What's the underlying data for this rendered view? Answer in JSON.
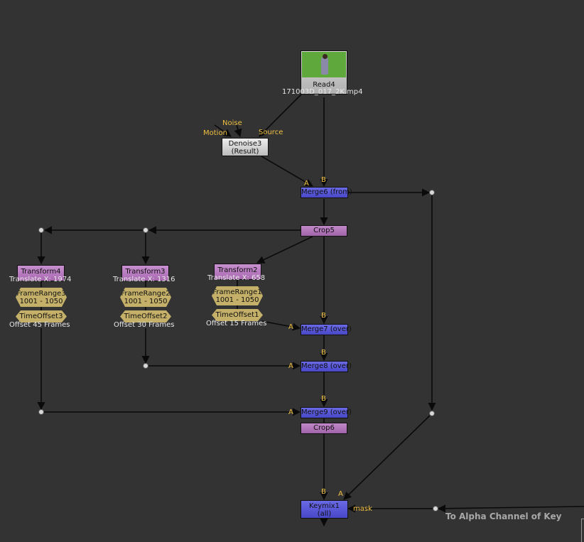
{
  "nodes": {
    "read4": {
      "name": "Read4",
      "file": "171003D_017_2K.mp4"
    },
    "denoise3": {
      "name": "Denoise3",
      "sub": "(Result)",
      "inputs": {
        "noise": "Noise",
        "motion": "Motion",
        "source": "Source"
      }
    },
    "merge6": {
      "name": "Merge6 (from)"
    },
    "crop5": {
      "name": "Crop5"
    },
    "transform4": {
      "name": "Transform4",
      "param": "Translate X: 1974"
    },
    "transform3": {
      "name": "Transform3",
      "param": "Translate X: 1316"
    },
    "transform2": {
      "name": "Transform2",
      "param": "Translate X: 658"
    },
    "framerange3": {
      "name": "FrameRange3",
      "range": "1001 - 1050"
    },
    "framerange2": {
      "name": "FrameRange2",
      "range": "1001 - 1050"
    },
    "framerange1": {
      "name": "FrameRange1",
      "range": "1001 - 1050"
    },
    "timeoffset3": {
      "name": "TimeOffset3",
      "param": "Offset 45 Frames"
    },
    "timeoffset2": {
      "name": "TimeOffset2",
      "param": "Offset 30 Frames"
    },
    "timeoffset1": {
      "name": "TimeOffset1",
      "param": "Offset 15 Frames"
    },
    "merge7": {
      "name": "Merge7 (over)"
    },
    "merge8": {
      "name": "Merge8 (over)"
    },
    "merge9": {
      "name": "Merge9 (over)"
    },
    "crop6": {
      "name": "Crop6"
    },
    "keymix1": {
      "name": "Keymix1",
      "sub": "(all)"
    }
  },
  "input_labels": {
    "a": "A",
    "b": "B",
    "mask": "mask"
  },
  "sticky_note": "To Alpha Channel of Key",
  "colors": {
    "background": "#333333",
    "merge": "#5858d8",
    "crop": "#b078b8",
    "transform": "#b87cc0",
    "time_node": "#c4b068",
    "input_label": "#f0c040",
    "edge": "#0a0a0a"
  }
}
